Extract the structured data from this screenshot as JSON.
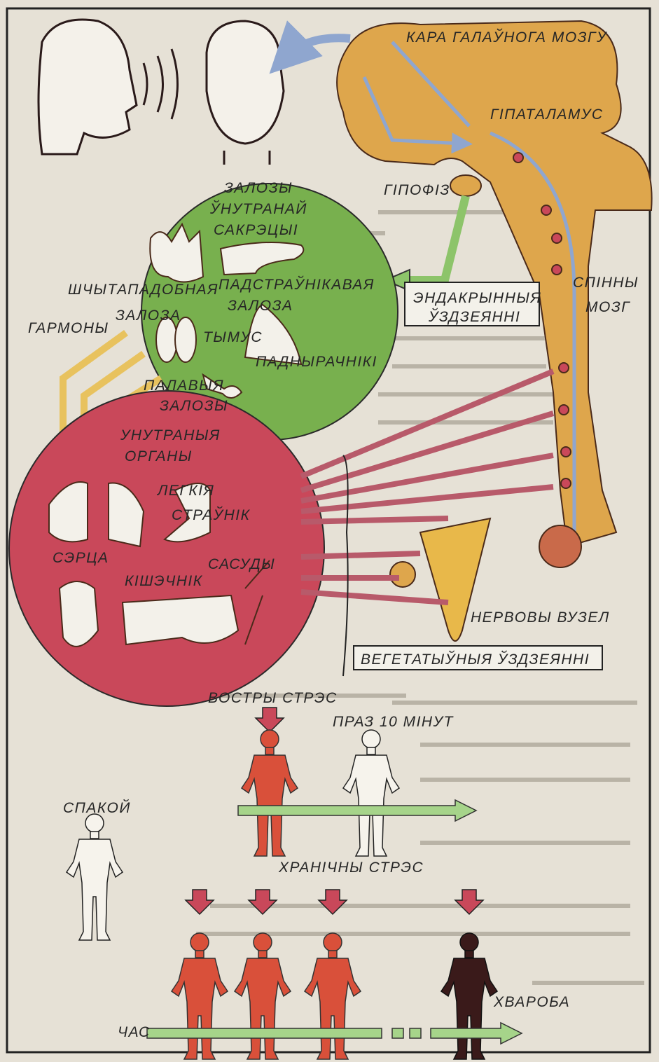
{
  "labels": {
    "cortex": "КАРА ГАЛАЎНОГА МОЗГУ",
    "hypothalamus": "ГІПАТАЛАМУС",
    "pituitary": "ГІПОФІЗ",
    "glands_title": [
      "ЗАЛОЗЫ",
      "ЎНУТРАНАЙ",
      "САКРЭЦЫІ"
    ],
    "pancreas": [
      "ПАДСТРАЎНІКАВАЯ",
      "ЗАЛОЗА"
    ],
    "thyroid": [
      "ШЧЫТАПАДОБНАЯ",
      "ЗАЛОЗА"
    ],
    "hormones": "ГАРМОНЫ",
    "thymus": "ТЫМУС",
    "adrenals": "ПАДНЫРАЧНІКІ",
    "gonads": [
      "ПАЛАВЫЯ",
      "ЗАЛОЗЫ"
    ],
    "endocrine_effects": [
      "ЭНДАКРЫННЫЯ",
      "ЎЗДЗЕЯННІ"
    ],
    "spinal_cord": [
      "СПІННЫ",
      "МОЗГ"
    ],
    "organs_title": [
      "УНУТРАНЫЯ",
      "ОРГАНЫ"
    ],
    "lungs": "ЛЕГКІЯ",
    "stomach": "СТРАЎНІК",
    "heart": "СЭРЦА",
    "intestine": "КІШЭЧНІК",
    "vessels": "САСУДЫ",
    "ganglion": "НЕРВОВЫ ВУЗЕЛ",
    "vegetative_effects": "ВЕГЕТАТЫЎНЫЯ ЎЗДЗЕЯННІ",
    "acute_stress": "ВОСТРЫ СТРЭС",
    "after_10_min": "ПРАЗ 10 МІНУТ",
    "rest": "СПАКОЙ",
    "chronic_stress": "ХРАНІЧНЫ СТРЭС",
    "disease": "ХВАРОБА",
    "time": "ЧАС"
  },
  "colors": {
    "brain": "#dea64c",
    "glands_circle": "#78b04e",
    "organs_circle": "#c9485a",
    "nerve_arrow": "#b85a6a",
    "blue_arrow": "#8fa6cf",
    "hormone_arrow": "#e8c25e",
    "stress_figure": "#d9503a",
    "disease_figure": "#3a1a1a",
    "time_arrow": "#a6d48a"
  }
}
